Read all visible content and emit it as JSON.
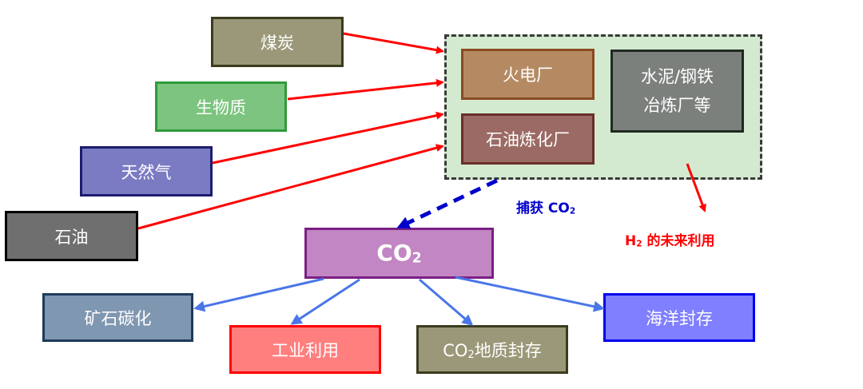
{
  "sources": {
    "coal": "煤炭",
    "biomass": "生物质",
    "natural_gas": "天然气",
    "oil": "石油"
  },
  "facilities": {
    "power_plant": "火电厂",
    "refinery": "石油炼化厂",
    "cement_steel_line1": "水泥/钢铁",
    "cement_steel_line2": "冶炼厂等"
  },
  "labels": {
    "capture_prefix": "捕获 CO",
    "capture_sub": "2",
    "h2_prefix": "H",
    "h2_sub": "2",
    "h2_suffix": " 的未来利用"
  },
  "co2": {
    "prefix": "CO",
    "sub": "2"
  },
  "uses": {
    "mineral": "矿石碳化",
    "industrial": "工业利用",
    "geo_prefix": "CO",
    "geo_sub": "2",
    "geo_suffix": "地质封存",
    "ocean": "海洋封存"
  },
  "colors": {
    "coal": "#9a9878",
    "biomass": "#7cc47f",
    "natural_gas": "#7b7bc3",
    "oil": "#6f6f6f",
    "power_plant": "#b58a63",
    "refinery": "#9b6a64",
    "cement_steel": "#7c807d",
    "co2": "#c186c3",
    "mineral": "#7f97b0",
    "industrial": "#ff7f7f",
    "geo": "#9a9878",
    "ocean": "#7f7fff",
    "red_arrow": "#ff0000",
    "blue_arrow": "#4a76e8",
    "capture_text": "#0000cc",
    "h2_text": "#ff0000"
  }
}
